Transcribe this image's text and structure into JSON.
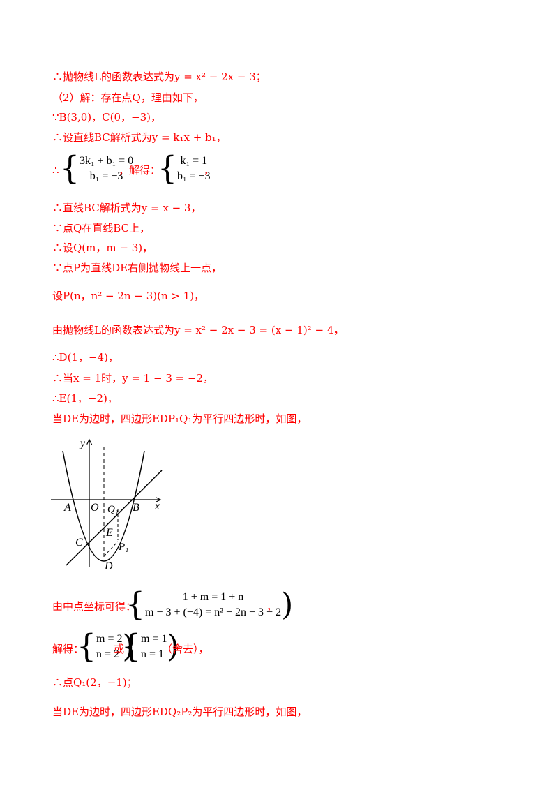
{
  "lines": {
    "l1": "∴抛物线L的函数表达式为y = x² − 2x − 3；",
    "l2": "（2）解：存在点Q，理由如下，",
    "l3": "∵B(3,0)，C(0，−3)，",
    "l4": "∴设直线BC解析式为y = k₁x + b₁，",
    "l5_pre": "∴",
    "l5_mid": "，解得：",
    "l5_end": "，",
    "l6": "∴直线BC解析式为y = x − 3，",
    "l7": "∵点Q在直线BC上，",
    "l8": "∴设Q(m，m − 3)，",
    "l9": "∵点P为直线DE右侧抛物线上一点，",
    "l10": "设P(n，n² − 2n − 3)(n > 1)，",
    "l11": "由抛物线L的函数表达式为y = x² − 2x − 3 = (x − 1)² − 4，",
    "l12": "∴D(1，−4)，",
    "l13": "∴当x = 1时，y = 1 − 3 = −2，",
    "l14": "∴E(1，−2)，",
    "l15": "当DE为边时，四边形EDP₁Q₁为平行四边形时，如图，",
    "l16_pre": "由中点坐标可得：",
    "l16_end": "，",
    "l17_pre": "解得：",
    "l17_mid": "或",
    "l17_end": "（舍去），",
    "l18": "∴点Q₁(2，−1)；",
    "l19": "当DE为边时，四边形EDQ₂P₂为平行四边形时，如图，"
  },
  "systems": {
    "s1_row1": "3k₁ + b₁ = 0",
    "s1_row2": "b₁ = −3",
    "s2_row1": "k₁ = 1",
    "s2_row2": "b₁ = −3",
    "s3_row1": "1 + m = 1 + n",
    "s3_row2": "m − 3 + (−4) = n² − 2n − 3 − 2",
    "s4_row1": "m = 2",
    "s4_row2": "n = 2",
    "s5_row1": "m = 1",
    "s5_row2": "n = 1"
  },
  "figure": {
    "label_y": "y",
    "label_x": "x",
    "label_A": "A",
    "label_O": "O",
    "label_Q1": "Q₁",
    "label_B": "B",
    "label_E": "E",
    "label_C": "C",
    "label_P1": "P₁",
    "label_D": "D"
  }
}
